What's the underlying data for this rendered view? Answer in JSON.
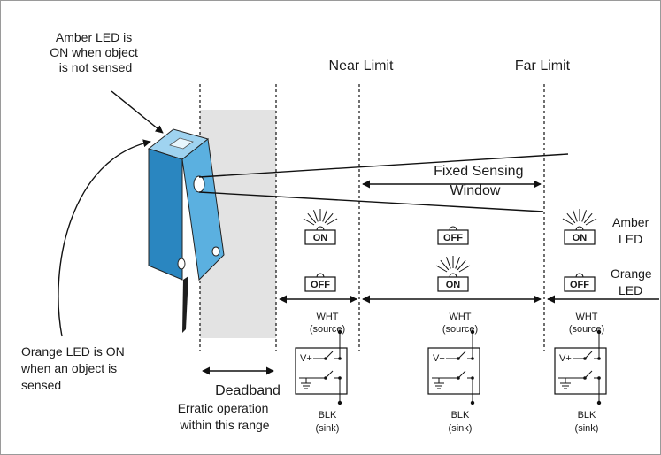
{
  "labels": {
    "amber_led_note": [
      "Amber LED is",
      "ON when object",
      "is not sensed"
    ],
    "orange_led_note": [
      "Orange LED is ON",
      "when an object is",
      "sensed"
    ],
    "near_limit": "Near Limit",
    "far_limit": "Far Limit",
    "fixed_window": [
      "Fixed Sensing",
      "Window"
    ],
    "amber_led": [
      "Amber",
      "LED"
    ],
    "orange_led": [
      "Orange",
      "LED"
    ],
    "deadband": "Deadband",
    "deadband_note": [
      "Erratic operation",
      "within this range"
    ]
  },
  "zones": [
    {
      "amber": "ON",
      "amber_lit": true,
      "orange": "OFF",
      "orange_lit": false,
      "wht": [
        "WHT",
        "(source)"
      ],
      "blk": [
        "BLK",
        "(sink)"
      ],
      "vplus": "V+"
    },
    {
      "amber": "OFF",
      "amber_lit": false,
      "orange": "ON",
      "orange_lit": true,
      "wht": [
        "WHT",
        "(source)"
      ],
      "blk": [
        "BLK",
        "(sink)"
      ],
      "vplus": "V+"
    },
    {
      "amber": "ON",
      "amber_lit": true,
      "orange": "OFF",
      "orange_lit": false,
      "wht": [
        "WHT",
        "(source)"
      ],
      "blk": [
        "BLK",
        "(sink)"
      ],
      "vplus": "V+"
    }
  ],
  "colors": {
    "sensor_front": "#5bb0e0",
    "sensor_side": "#2a86c0",
    "sensor_top": "#9fd3f0",
    "deadband_fill": "#e3e3e3"
  }
}
